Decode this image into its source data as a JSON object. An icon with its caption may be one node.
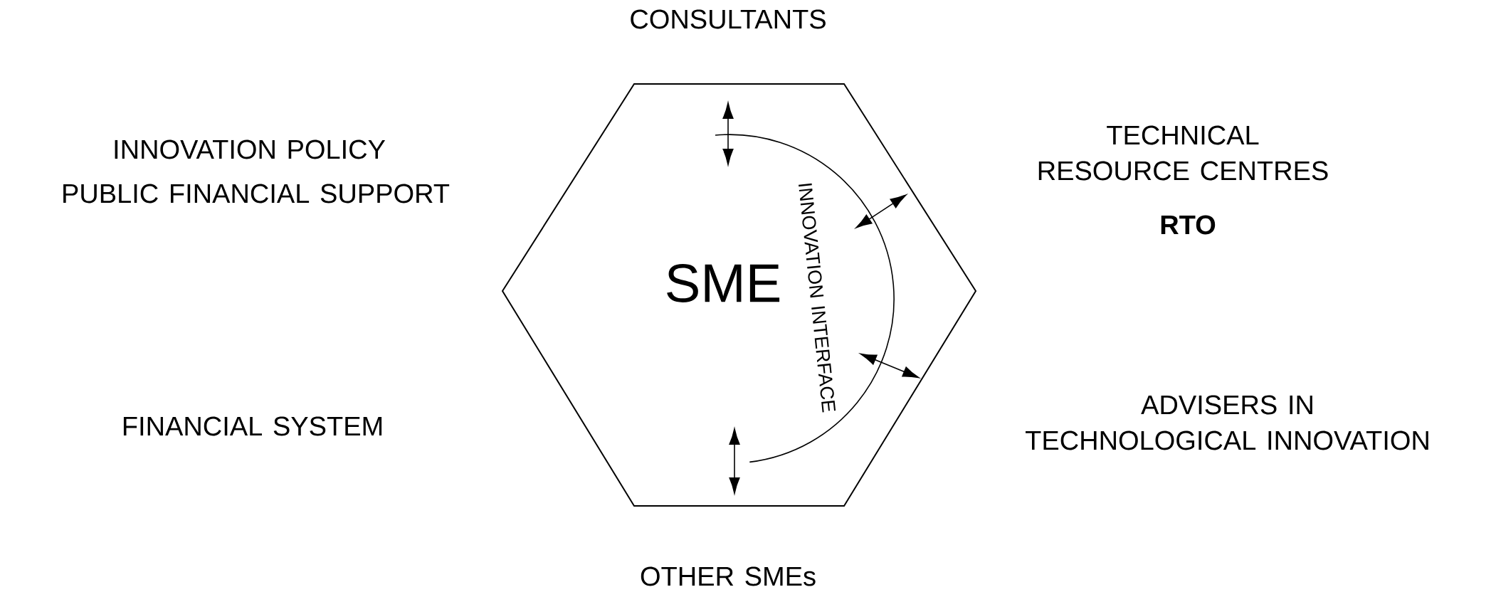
{
  "diagram": {
    "nodes": [
      {
        "text": [
          "SME"
        ]
      },
      {
        "text": [
          "INNOVATION INTERFACE"
        ],
        "in": 0
      }
    ],
    "labels": [
      "CONSULTANTS",
      "INNOVATION POLICY",
      "TECHNICAL RESOURCE CENTRES",
      "PUBLIC FINANCIAL SUPPORT",
      "RTO",
      "ADVISERS IN TECHNOLOGICAL INNOVATION",
      "FINANCIAL SYSTEM",
      "OTHER SMEs"
    ]
  }
}
